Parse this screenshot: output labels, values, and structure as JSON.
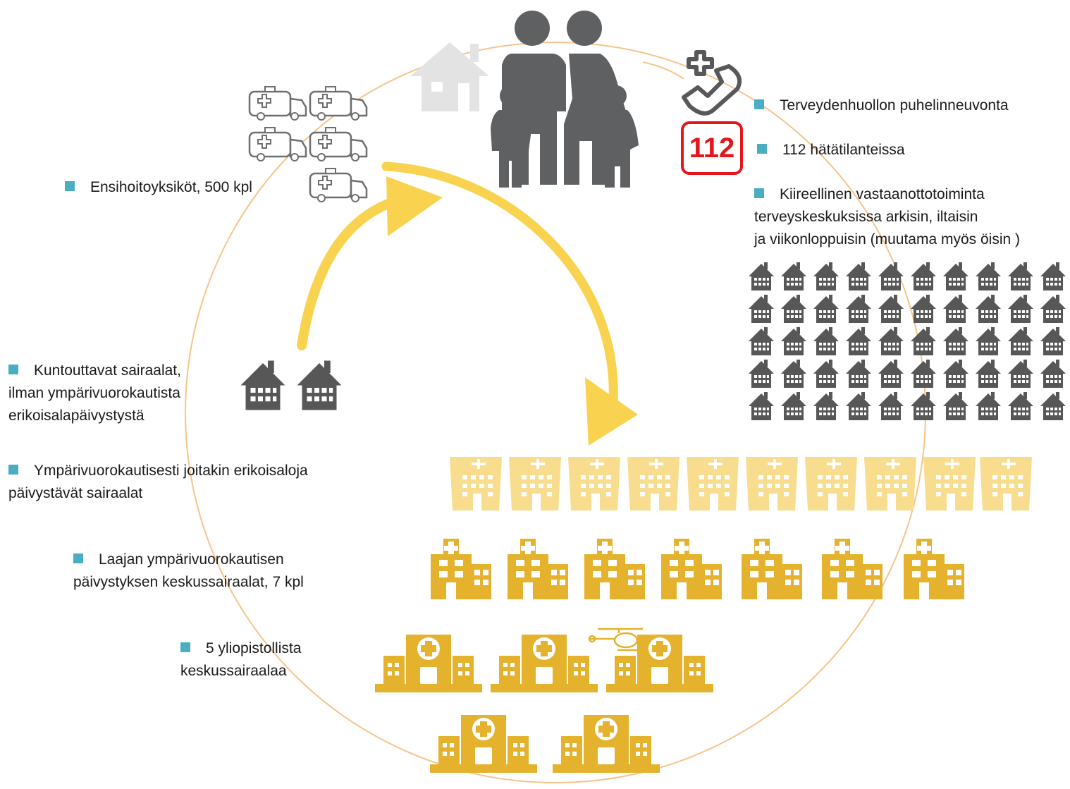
{
  "items": [
    {
      "text": "Ensihoitoyksiköt, 500  kpl"
    },
    {
      "text": "Terveydenhuollon puhelinneuvonta"
    },
    {
      "text": "112 hätätilanteissa"
    },
    {
      "lines": [
        "Kiireellinen vastaanottotoiminta",
        "terveyskeskuksissa arkisin, iltaisin",
        "ja viikonloppuisin (muutama myös öisin )"
      ]
    },
    {
      "lines": [
        "Kuntouttavat sairaalat,",
        "ilman ympärivuorokautista",
        "erikoisalapäivystystä"
      ]
    },
    {
      "lines": [
        "Ympärivuorokautisesti joitakin erikoisaloja",
        "päivystävät  sairaalat"
      ]
    },
    {
      "lines": [
        "Laajan ympärivuorokautisen",
        "päivystyksen keskussairaalat, 7 kpl"
      ]
    },
    {
      "lines": [
        "5 yliopistollista",
        "keskussairaalaa"
      ]
    }
  ],
  "emergency_number": "112",
  "icons": [
    "family-icon",
    "house-icon",
    "ambulance-icon",
    "phone-medical-icon",
    "health-centre-icon",
    "hospital-icon",
    "helicopter-icon"
  ],
  "colors": {
    "bullet": "#4aaec2",
    "arrow": "#f9d24f",
    "ring": "#f6c489",
    "icon_gray": "#58585a",
    "pale_hospital": "#f8dd8e",
    "gold_hospital": "#e5b22d",
    "alarm_red": "#e3161c"
  }
}
